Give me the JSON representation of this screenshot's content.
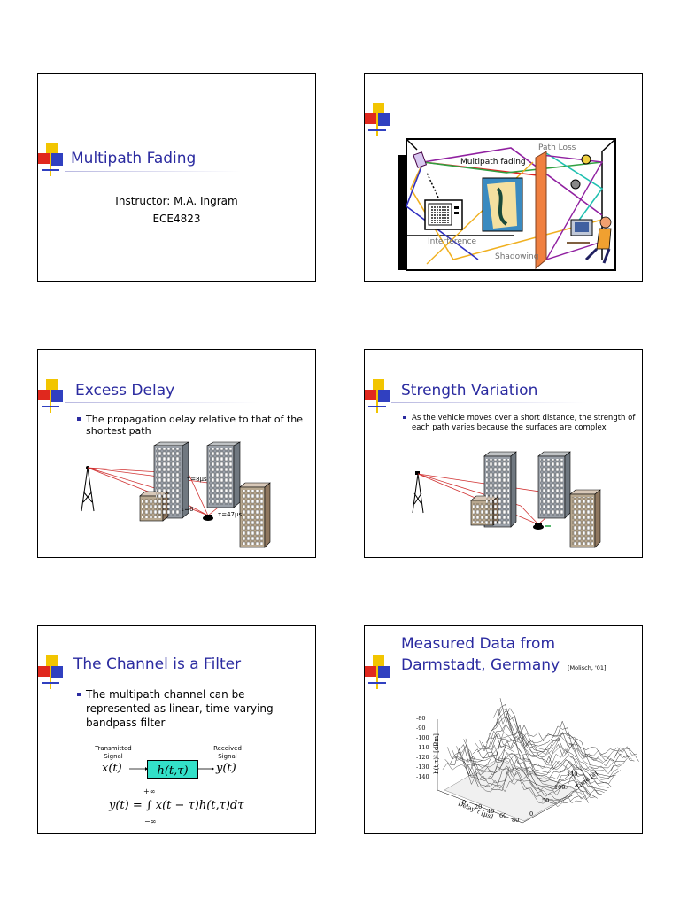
{
  "slides": {
    "s1": {
      "title": "Multipath Fading",
      "instructor": "Instructor: M.A. Ingram",
      "course": "ECE4823"
    },
    "s2": {
      "labels": {
        "path_loss": "Path Loss",
        "multipath": "Multipath fading",
        "interference": "Interference",
        "shadowing": "Shadowing"
      }
    },
    "s3": {
      "title": "Excess Delay",
      "bullet": "The propagation delay relative to that of the shortest path",
      "labels": {
        "t8": "τ=8μs",
        "t0": "τ=0",
        "t47": "τ=47μs"
      }
    },
    "s4": {
      "title": "Strength Variation",
      "bullet": "As the vehicle moves over a short distance, the strength of each path varies because the surfaces are complex"
    },
    "s5": {
      "title": "The Channel is a Filter",
      "bullet": "The multipath channel can be represented as linear, time-varying bandpass filter",
      "diagram": {
        "tx_label": "Transmitted Signal",
        "rx_label": "Received Signal",
        "input": "x(t)",
        "filter": "h(t,τ)",
        "output": "y(t)",
        "equation": "y(t) = ∫ x(t − τ)h(t,τ)dτ",
        "upper": "+∞",
        "lower": "−∞"
      }
    },
    "s6": {
      "title_line1": "Measured Data from",
      "title_line2": "Darmstadt, Germany",
      "citation": "[Molisch, '01]",
      "plot": {
        "zlabel": "h(t,τ)² [dBm]",
        "xlabel": "Delay τ [μs]",
        "ylabel": "Time [s]",
        "zticks": [
          "-80",
          "-90",
          "-100",
          "-110",
          "-120",
          "-130",
          "-140"
        ],
        "xticks": [
          "0",
          "20",
          "40",
          "60",
          "80"
        ],
        "yticks": [
          "0",
          "50",
          "100",
          "140"
        ]
      }
    }
  },
  "colors": {
    "title": "#2b2ba0",
    "logo_yellow": "#f2c500",
    "logo_red": "#e0281e",
    "logo_blue": "#3040c0",
    "filter_box": "#33e0c8"
  }
}
